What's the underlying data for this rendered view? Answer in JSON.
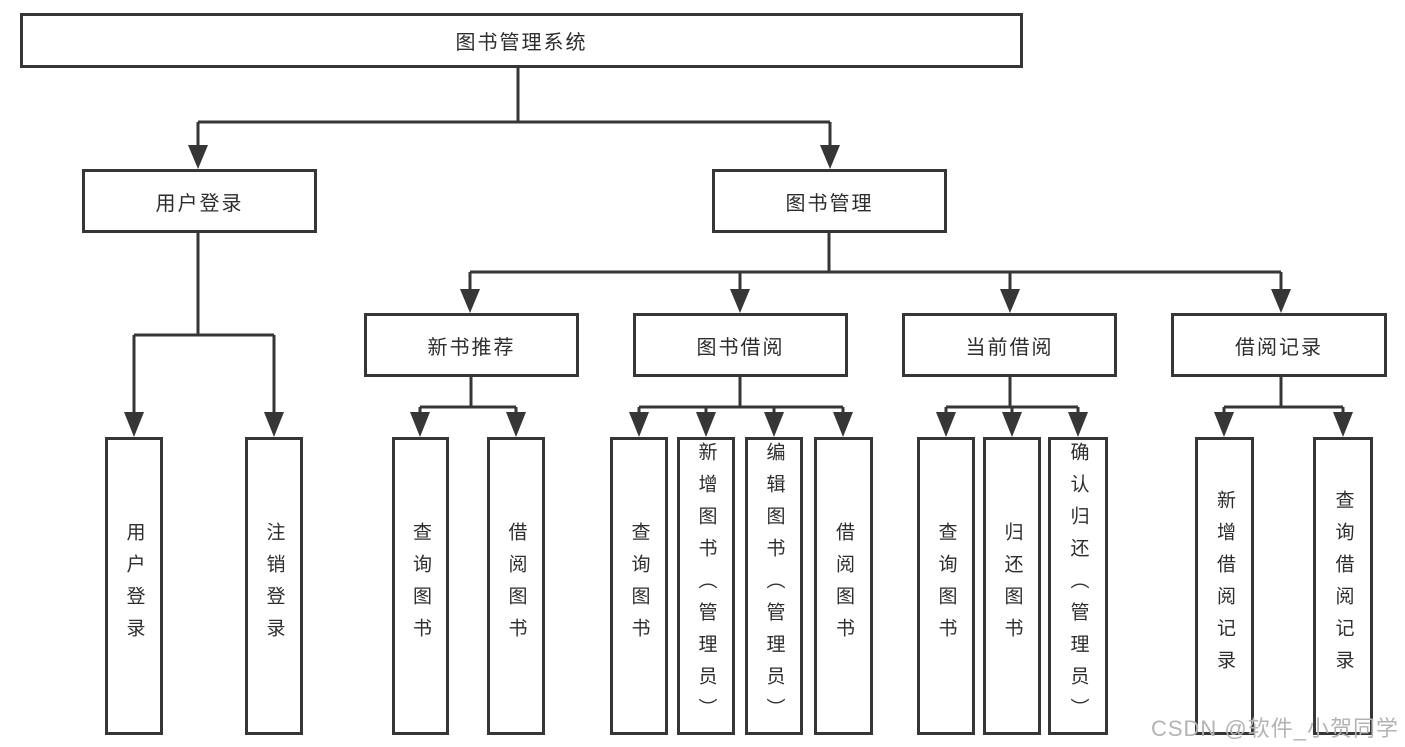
{
  "tree": {
    "root": {
      "label": "图书管理系统"
    },
    "branches": [
      {
        "label": "用户登录",
        "leaves": [
          {
            "label": "用户登录"
          },
          {
            "label": "注销登录"
          }
        ]
      },
      {
        "label": "图书管理",
        "groups": [
          {
            "label": "新书推荐",
            "leaves": [
              {
                "label": "查询图书"
              },
              {
                "label": "借阅图书"
              }
            ]
          },
          {
            "label": "图书借阅",
            "leaves": [
              {
                "label": "查询图书"
              },
              {
                "label": "新增图书（管理员）"
              },
              {
                "label": "编辑图书（管理员）"
              },
              {
                "label": "借阅图书"
              }
            ]
          },
          {
            "label": "当前借阅",
            "leaves": [
              {
                "label": "查询图书"
              },
              {
                "label": "归还图书"
              },
              {
                "label": "确认归还（管理员）"
              }
            ]
          },
          {
            "label": "借阅记录",
            "leaves": [
              {
                "label": "新增借阅记录"
              },
              {
                "label": "查询借阅记录"
              }
            ]
          }
        ]
      }
    ]
  },
  "watermark": {
    "text": "CSDN @软件_小贺同学"
  },
  "colors": {
    "line": "#363636",
    "box_border": "#363636",
    "text": "#2d2d2d",
    "watermark": "#b3b3b3",
    "background": "#ffffff"
  }
}
